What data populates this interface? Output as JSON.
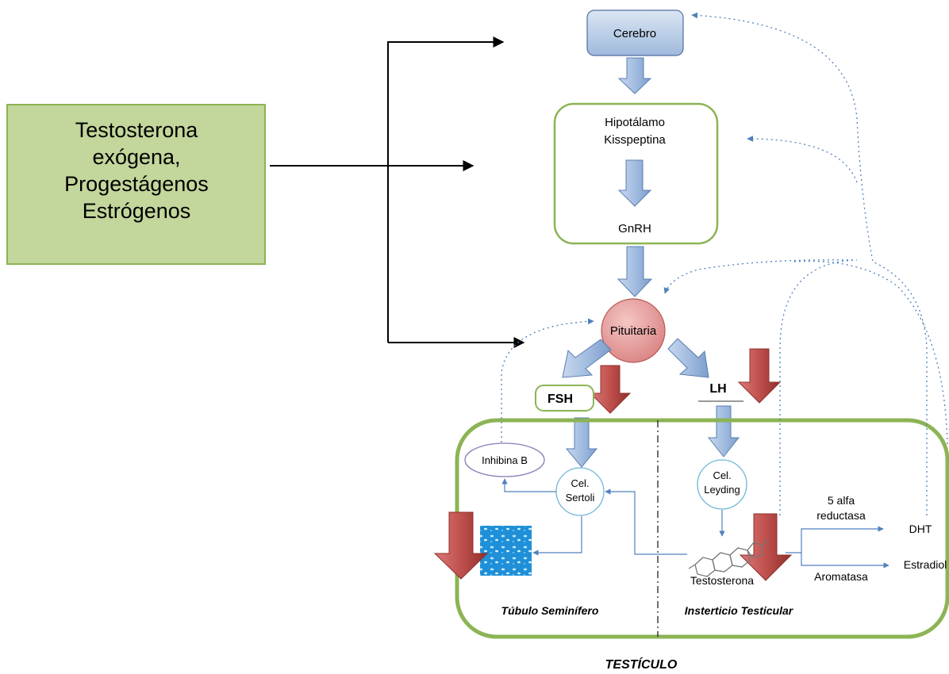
{
  "inputs_box": {
    "lines": [
      "Testosterona",
      "exógena,",
      "Progestágenos",
      "Estrógenos"
    ]
  },
  "nodes": {
    "cerebro": "Cerebro",
    "hipotalamo": "Hipotálamo",
    "kisspeptina": "Kisspeptina",
    "gnrh": "GnRH",
    "pituitaria": "Pituitaria",
    "fsh": "FSH",
    "lh": "LH",
    "inhibina": "Inhibina B",
    "sertoli_line1": "Cel.",
    "sertoli_line2": "Sertoli",
    "leydig_line1": "Cel.",
    "leydig_line2": "Leyding",
    "testosterona": "Testosterona",
    "reductasa_line1": "5 alfa",
    "reductasa_line2": "reductasa",
    "dht": "DHT",
    "aromatasa": "Aromatasa",
    "estradiol": "Estradiol"
  },
  "regions": {
    "tubulo": "Túbulo Seminífero",
    "intersticio": "Insterticio Testicular",
    "testiculo": "TESTÍCULO"
  },
  "colors": {
    "green_border": "#8cb455",
    "green_fill": "#c3d69b",
    "blue_arrow": "#a7c0e0",
    "blue_arrow_stroke": "#5a7fb0",
    "red_arrow": "#c0504d",
    "pituitary_fill": "#e6a0a0",
    "dotted_line": "#4f81bd"
  }
}
